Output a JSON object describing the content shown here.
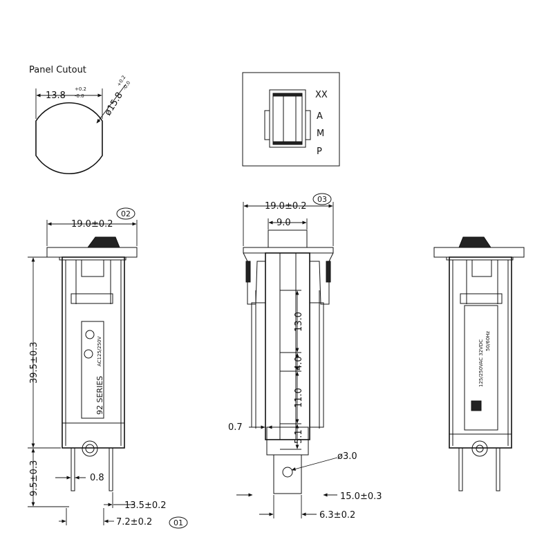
{
  "panel_cutout": {
    "title": "Panel Cutout",
    "width_dim": "13.8",
    "width_tol_plus": "+0.2",
    "width_tol_minus": "-0.0",
    "dia_dim": "ø15.8",
    "dia_tol_plus": "+0.2",
    "dia_tol_minus": "-0.0"
  },
  "marking_box": {
    "letters": [
      "XX",
      "A",
      "M",
      "P"
    ]
  },
  "left_view": {
    "width_dim": "19.0±0.2",
    "width_ref": "02",
    "height_dim": "39.5±0.3",
    "pin_height_dim": "9.5±0.3",
    "pin_thickness_dim": "0.8",
    "pin_pitch_dim": "13.5±0.2",
    "pin_offset_dim": "7.2±0.2",
    "pin_offset_ref": "01",
    "label_series": "92 SERIES",
    "label_rating": "AC125/250V"
  },
  "center_view": {
    "width_dim": "19.0±0.2",
    "width_ref": "03",
    "inner_width_dim": "9.0",
    "seg_1": "13.0",
    "seg_2": "4.0",
    "seg_3": "11.0",
    "seg_4": "5.1",
    "gap_dim": "0.7",
    "hole_dim": "ø3.0",
    "term_length_dim": "15.0±0.3",
    "term_width_dim": "6.3±0.2"
  },
  "right_view": {
    "rating_line_1": "125/250VAC  32VDC",
    "rating_line_2": "50/60Hz"
  }
}
